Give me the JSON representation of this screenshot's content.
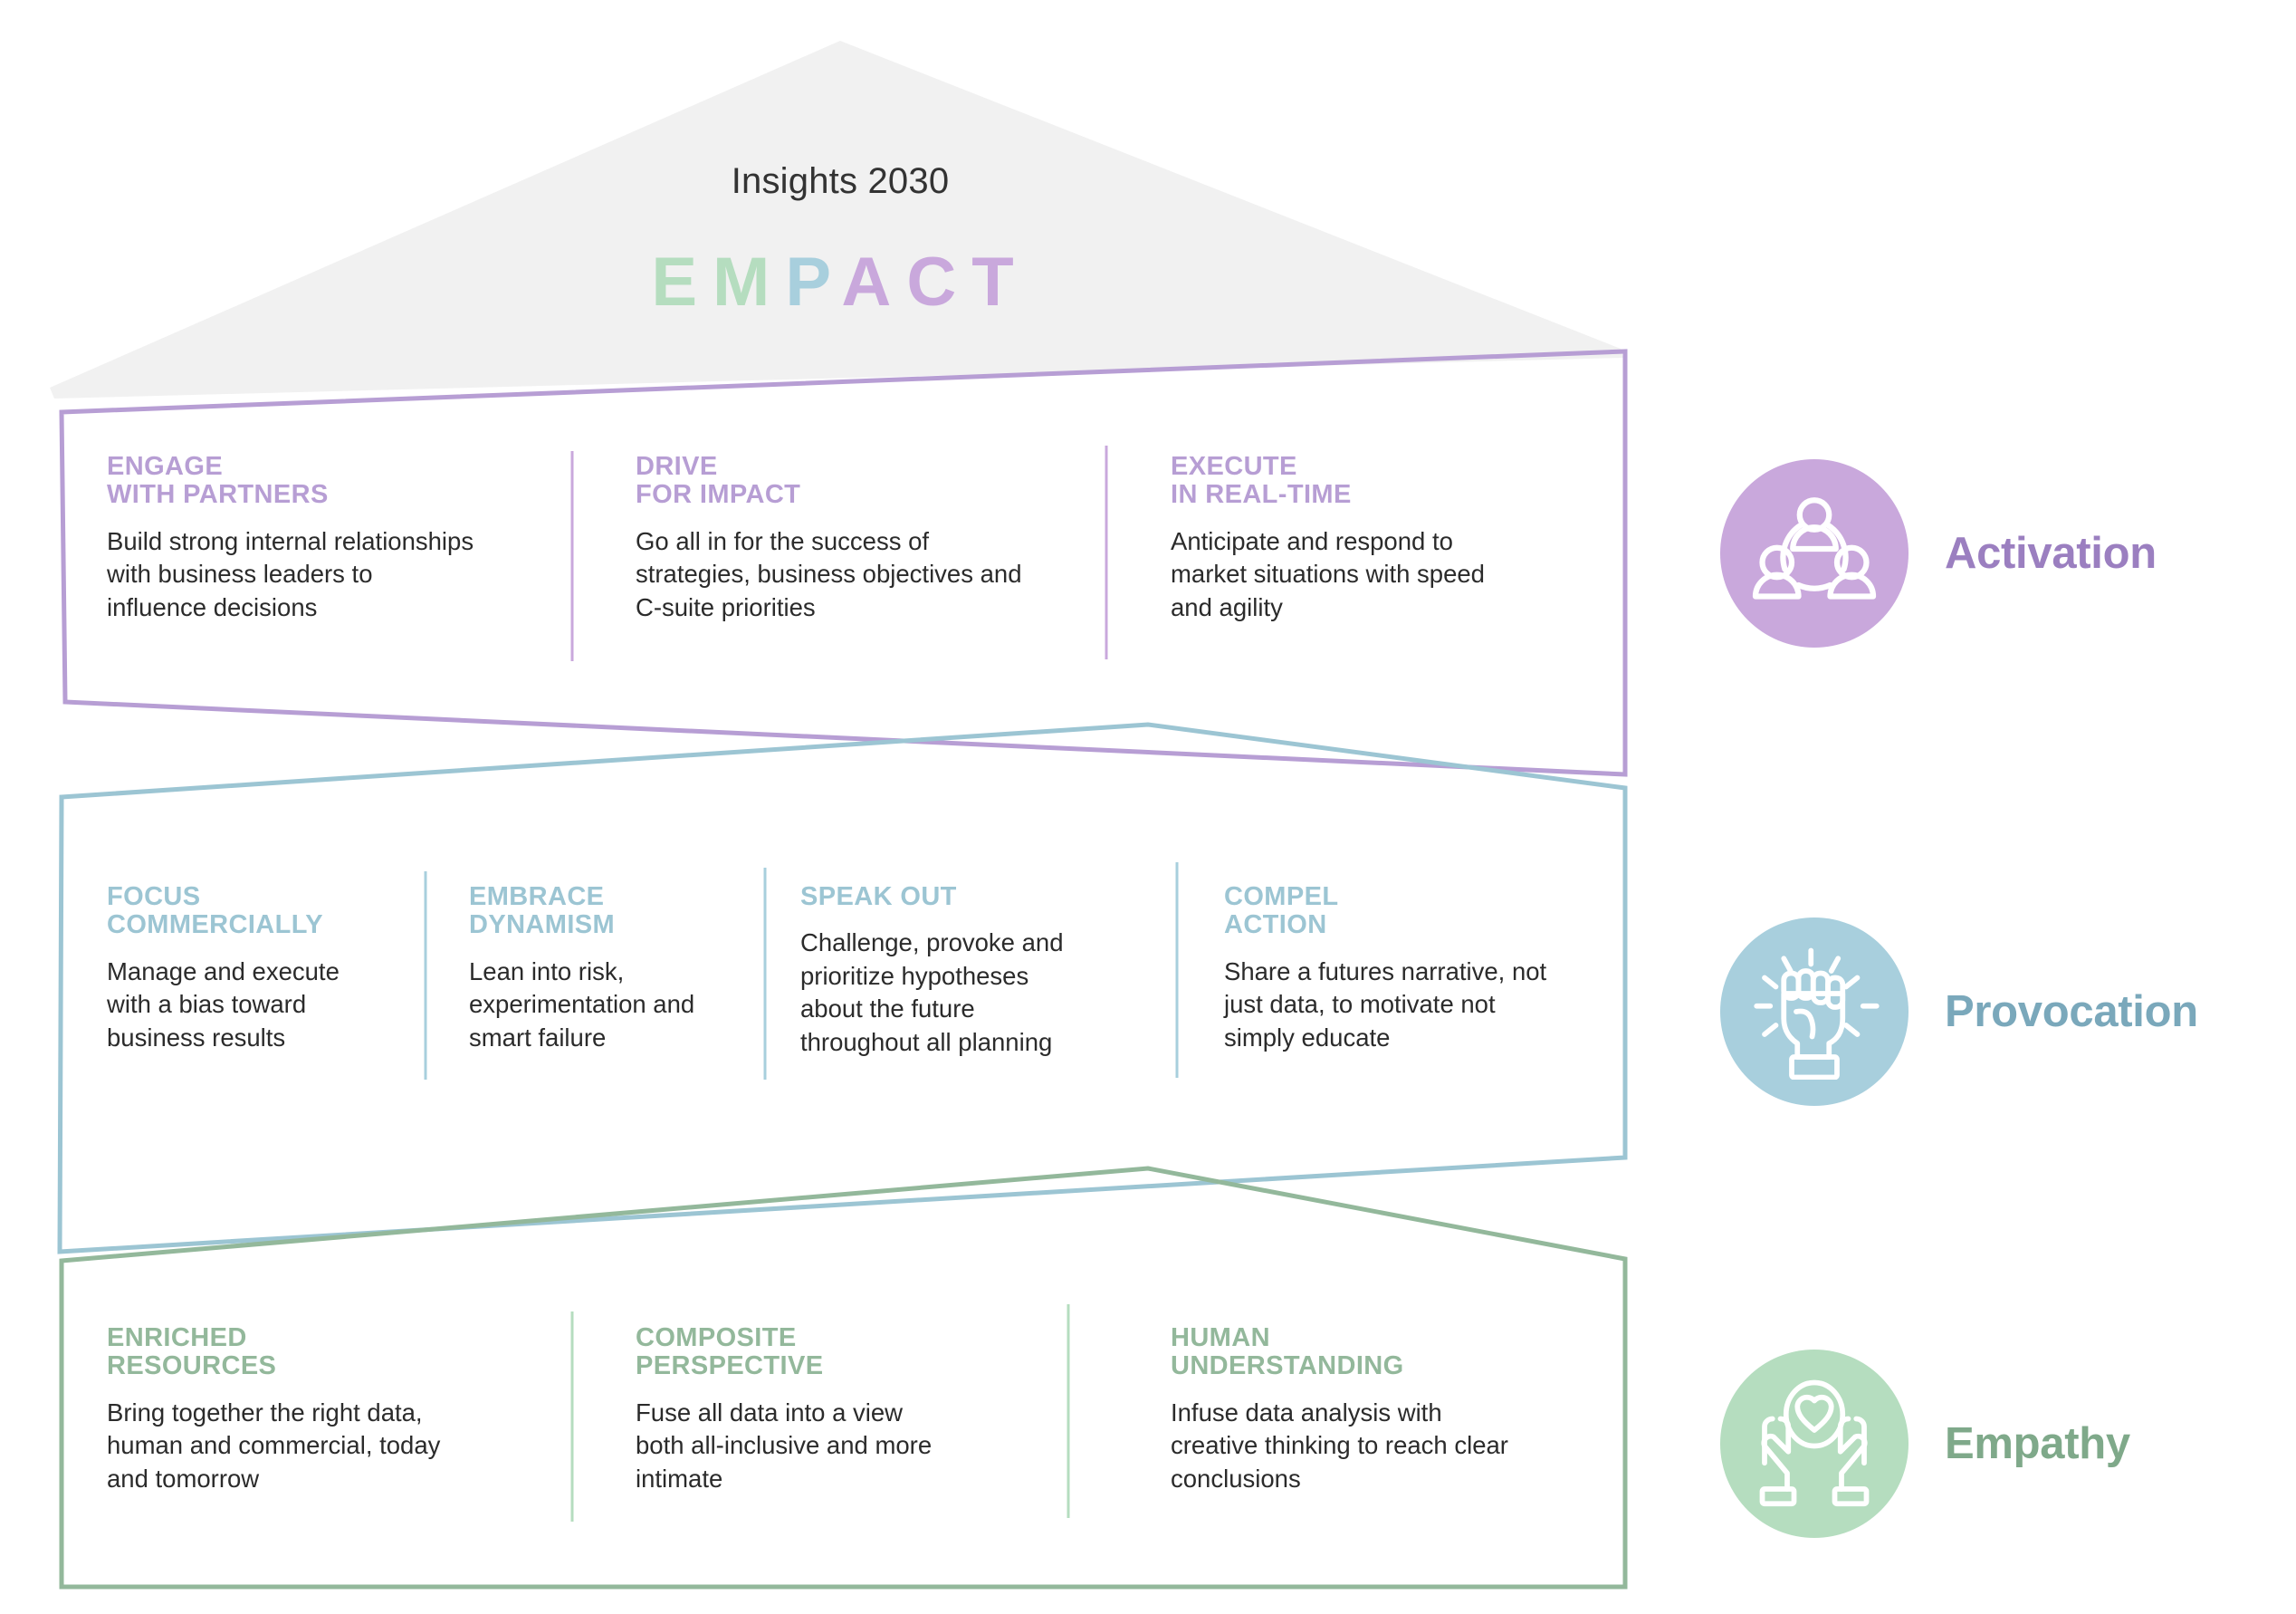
{
  "roof": {
    "title": "Insights 2030",
    "acronym_letters": [
      {
        "char": "E",
        "color": "#b5ddbf"
      },
      {
        "char": "M",
        "color": "#b5ddbf"
      },
      {
        "char": "P",
        "color": "#a8cfdd"
      },
      {
        "char": "A",
        "color": "#c9a8dc"
      },
      {
        "char": "C",
        "color": "#c9a8dc"
      },
      {
        "char": "T",
        "color": "#c9a8dc"
      }
    ],
    "fill": "#f1f1f1"
  },
  "colors": {
    "activation": "#b79ed4",
    "provocation": "#9cc5d3",
    "empathy": "#93b89b",
    "activation_badge": "#c9a8dc",
    "provocation_badge": "#a8cfdd",
    "empathy_badge": "#b5ddbf",
    "body_text": "#2b2b2b",
    "roof_fill": "#f1f1f1"
  },
  "bands": [
    {
      "id": "activation",
      "accent": "#b79ed4",
      "columns": [
        {
          "title": "ENGAGE\nWITH PARTNERS",
          "body": "Build strong internal relationships\nwith business leaders to\ninfluence decisions"
        },
        {
          "title": "DRIVE\nFOR IMPACT",
          "body": "Go all in for the success of\nstrategies, business objectives and\nC-suite priorities"
        },
        {
          "title": "EXECUTE\nIN REAL-TIME",
          "body": "Anticipate and respond to\nmarket situations with speed\nand agility"
        }
      ]
    },
    {
      "id": "provocation",
      "accent": "#9cc5d3",
      "columns": [
        {
          "title": "FOCUS\nCOMMERCIALLY",
          "body": "Manage and execute\nwith a bias toward\nbusiness results"
        },
        {
          "title": "EMBRACE\nDYNAMISM",
          "body": "Lean into risk,\nexperimentation and\nsmart failure"
        },
        {
          "title": "SPEAK OUT",
          "body": "Challenge, provoke and\nprioritize hypotheses\nabout the future\nthroughout all planning"
        },
        {
          "title": "COMPEL\nACTION",
          "body": "Share a futures narrative, not\njust data, to motivate not\nsimply educate"
        }
      ]
    },
    {
      "id": "empathy",
      "accent": "#93b89b",
      "columns": [
        {
          "title": "ENRICHED\nRESOURCES",
          "body": "Bring together the right data,\nhuman and commercial, today\nand tomorrow"
        },
        {
          "title": "COMPOSITE\nPERSPECTIVE",
          "body": "Fuse all data into a view\nboth all-inclusive and more\nintimate"
        },
        {
          "title": "HUMAN\nUNDERSTANDING",
          "body": "Infuse data analysis with\ncreative thinking to reach clear\nconclusions"
        }
      ]
    }
  ],
  "pillars": [
    {
      "label": "Activation",
      "icon": "people-network-icon",
      "badge_color": "#c9a8dc",
      "label_color": "#9b7fc0"
    },
    {
      "label": "Provocation",
      "icon": "raised-fist-icon",
      "badge_color": "#a8cfdd",
      "label_color": "#7aa8bb"
    },
    {
      "label": "Empathy",
      "icon": "hands-heart-icon",
      "badge_color": "#b5ddbf",
      "label_color": "#7fa98a"
    }
  ]
}
